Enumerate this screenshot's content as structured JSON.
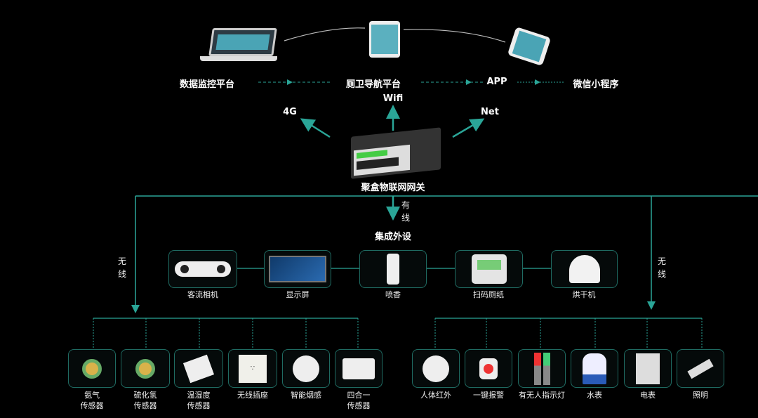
{
  "platforms": {
    "data_monitor": "数据监控平台",
    "toilet_nav": "厕卫导航平台",
    "app": "APP",
    "wechat": "微信小程序"
  },
  "connections": {
    "wifi": "Wifi",
    "g4": "4G",
    "net": "Net",
    "wired": "有线",
    "wireless": "无线"
  },
  "gateway": {
    "label": "聚盒物联网网关"
  },
  "integrated": {
    "title": "集成外设",
    "items": [
      "客流相机",
      "显示屏",
      "喷香",
      "扫码厕纸",
      "烘干机"
    ]
  },
  "left_sensors": [
    {
      "line1": "氨气",
      "line2": "传感器"
    },
    {
      "line1": "硫化氢",
      "line2": "传感器"
    },
    {
      "line1": "温湿度",
      "line2": "传感器"
    },
    {
      "line1": "无线插座",
      "line2": ""
    },
    {
      "line1": "智能烟感",
      "line2": ""
    },
    {
      "line1": "四合一",
      "line2": "传感器"
    }
  ],
  "right_devices": [
    "人体红外",
    "一键报警",
    "有无人指示灯",
    "水表",
    "电表",
    "照明"
  ],
  "colors": {
    "accent": "#2aa597",
    "box_border": "#1f6b62"
  }
}
